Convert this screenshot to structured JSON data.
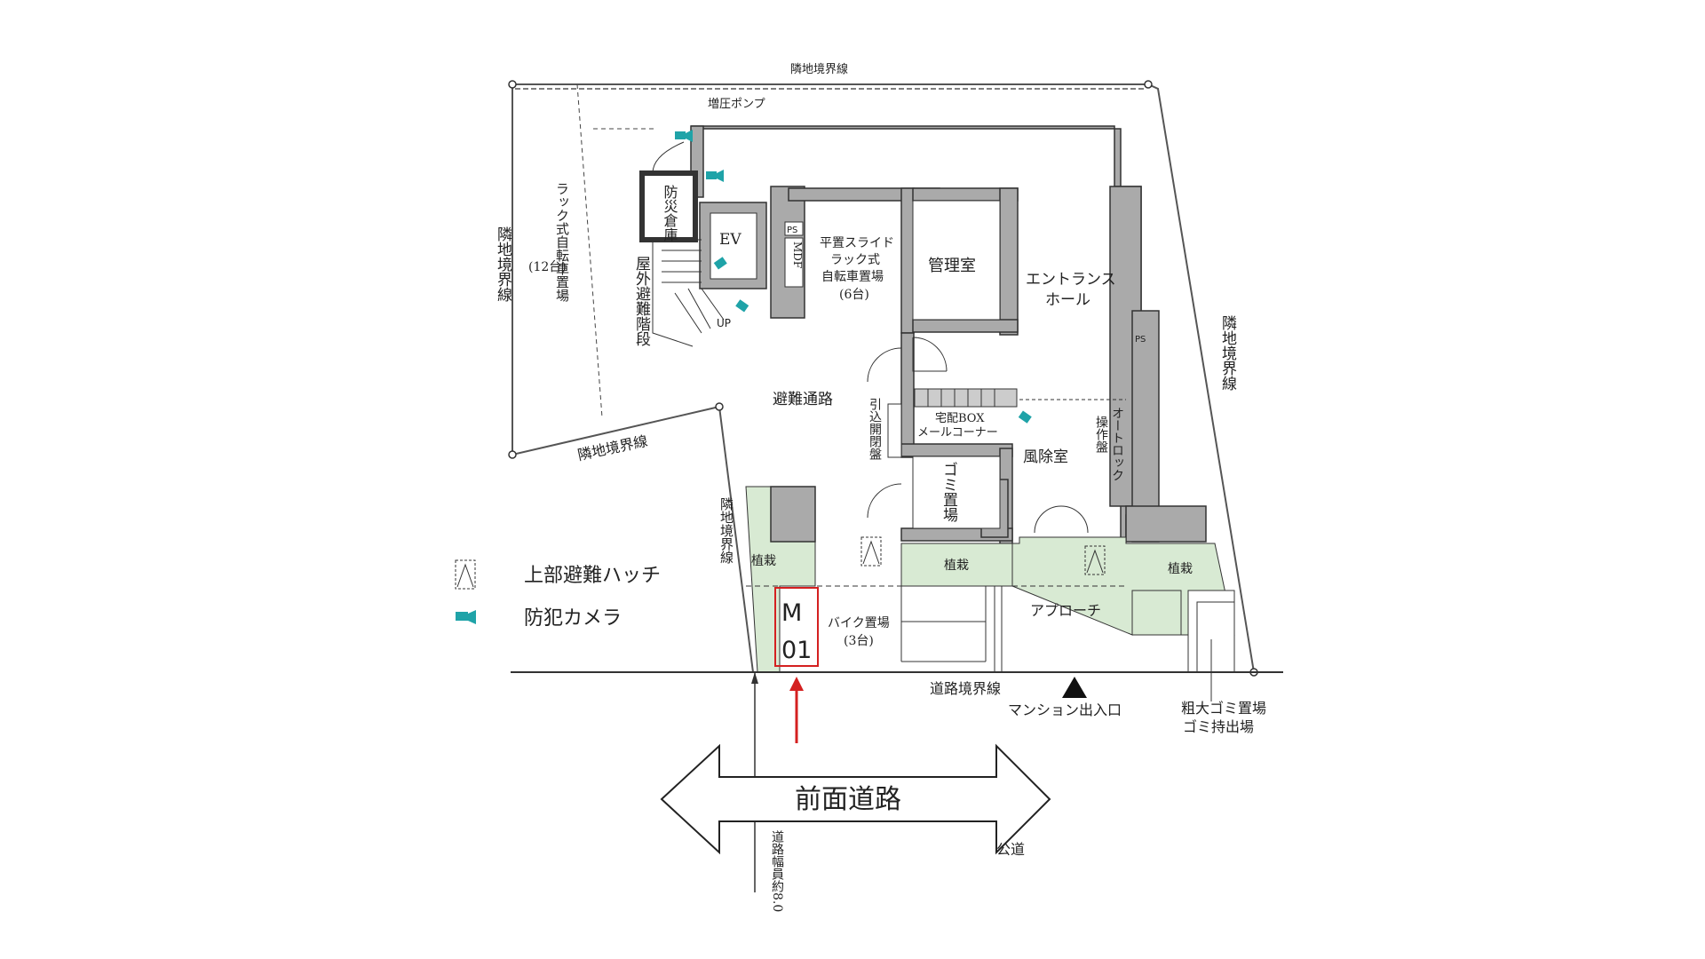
{
  "labels": {
    "top_boundary": "隣地境界線",
    "left_boundary": "隣地境界線",
    "bottom_left_boundary": "隣地境界線",
    "inner_left_boundary": "隣地境界線",
    "right_boundary": "隣地境界線",
    "pump": "増圧ポンプ",
    "bike_rack_left": "ラック式自転車置場",
    "bike_rack_left_count": "(12台)",
    "disaster_storage": "防災倉庫",
    "ev": "EV",
    "ps1": "PS",
    "mdf": "MDF",
    "slide_rack": "平置スライド",
    "slide_rack2": "ラック式",
    "slide_rack3": "自転車置場",
    "slide_rack_count": "(6台)",
    "outdoor_stairs": "屋外避難階段",
    "up": "UP",
    "management": "管理室",
    "entrance_hall1": "エントランス",
    "entrance_hall2": "ホール",
    "ps2": "PS",
    "evac_route": "避難通路",
    "panel": "引込開閉盤",
    "delivery_box": "宅配BOX",
    "mail_corner": "メールコーナー",
    "autolock": "オートロック",
    "control_panel": "操作盤",
    "windbreak": "風除室",
    "garbage": "ゴミ置場",
    "planting1": "植栽",
    "planting2": "植栽",
    "planting3": "植栽",
    "bike_parking": "バイク置場",
    "bike_parking_count": "(3台)",
    "approach": "アプローチ",
    "road_boundary": "道路境界線",
    "entrance_exit": "マンション出入口",
    "bulky_garbage1": "粗大ゴミ置場",
    "bulky_garbage2": "ゴミ持出場",
    "front_road": "前面道路",
    "road_width": "道路幅員約8.0",
    "public_road": "公道",
    "unit_line1": "M",
    "unit_line2": "01"
  },
  "legend": {
    "hatch_label": "上部避難ハッチ",
    "camera_label": "防犯カメラ"
  },
  "colors": {
    "wall": "#aaaaaa",
    "wall_stroke": "#333333",
    "planting": "#d8ead3",
    "camera": "#1fa3a8",
    "highlight": "#d42020"
  }
}
